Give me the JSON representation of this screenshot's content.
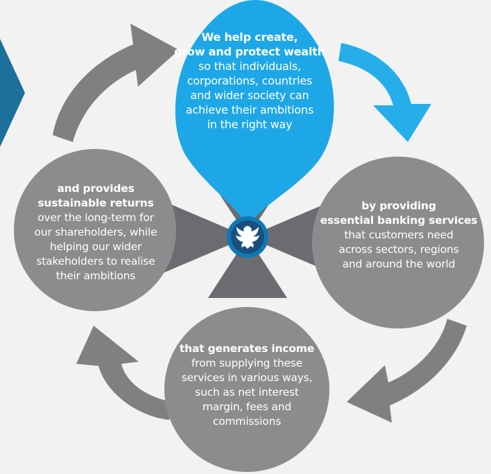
{
  "colors": {
    "background": "#f2f2f2",
    "blue": "#1ea7e6",
    "blue_arrow": "#25aeea",
    "grey": "#8c8c8e",
    "grey_dark": "#6b6c70",
    "grey_arrow": "#808083",
    "side_marker": "#1d6f9c",
    "badge_ring": "#0e79b6",
    "badge_fill": "#1a4f7c"
  },
  "center_icon": "eagle-emblem-icon",
  "nodes": {
    "top": {
      "lead": [
        "We help create,",
        "grow and protect wealth"
      ],
      "body": [
        "so that individuals,",
        "corporations, countries",
        "and wider society can",
        "achieve their ambitions",
        "in the right way"
      ]
    },
    "right": {
      "lead": [
        "by providing",
        "essential banking services"
      ],
      "body": [
        "that customers need",
        "across sectors, regions",
        "and around the world"
      ]
    },
    "bottom": {
      "lead": [
        "that generates income"
      ],
      "body": [
        "from supplying these",
        "services in various ways,",
        "such as net interest",
        "margin, fees and",
        "commissions"
      ]
    },
    "left": {
      "lead": [
        "and provides",
        "sustainable returns"
      ],
      "body": [
        "over the long-term for",
        "our shareholders, while",
        "helping our wider",
        "stakeholders to realise",
        "their ambitions"
      ]
    }
  }
}
